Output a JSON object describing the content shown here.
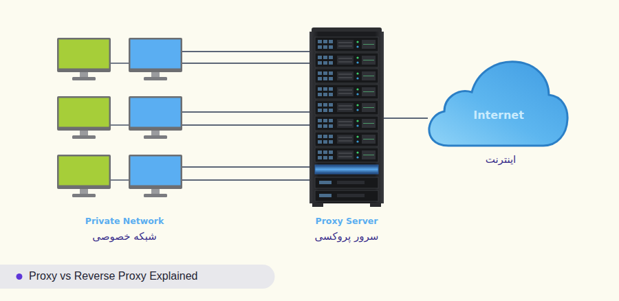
{
  "diagram": {
    "caption": "Proxy vs Reverse Proxy Explained",
    "nodes": [
      {
        "text": [
          "Private Network",
          "شبکه خصوصی"
        ]
      },
      {
        "text": [
          "Proxy Server",
          "سرور پروکسی"
        ]
      },
      {
        "text": [
          "Internet",
          "اینترنت"
        ]
      }
    ],
    "edges": [
      {
        "from": 0,
        "to": 1,
        "arrow": "none"
      },
      {
        "from": 0,
        "to": 1,
        "arrow": "none"
      },
      {
        "from": 0,
        "to": 1,
        "arrow": "none"
      },
      {
        "from": 0,
        "to": 1,
        "arrow": "none"
      },
      {
        "from": 0,
        "to": 1,
        "arrow": "none"
      },
      {
        "from": 0,
        "to": 1,
        "arrow": "none"
      },
      {
        "from": 1,
        "to": 2,
        "arrow": "none"
      }
    ]
  }
}
